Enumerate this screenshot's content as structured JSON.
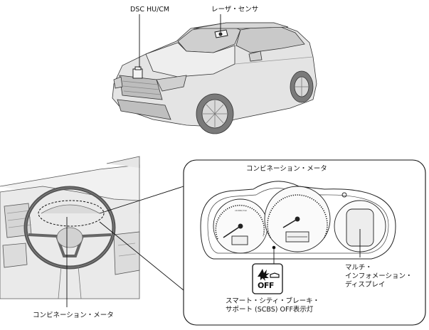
{
  "labels": {
    "dsc_hu_cm": "DSC HU/CM",
    "laser_sensor": "レーザ・センサ",
    "combination_meter_panel": "コンビネーション・メータ",
    "combination_meter_bottom": "コンビネーション・メータ",
    "multi_info_display": "マルチ・\nインフォメーション・\nディスプレイ",
    "scbs_off_indicator": "スマート・シティ・ブレーキ・\nサポート (SCBS) OFF表示灯"
  },
  "indicator_icon": {
    "name": "scbs-off-icon",
    "text": "OFF"
  },
  "colors": {
    "line": "#222222",
    "car_fill": "#e3e3e3",
    "car_shade": "#b8b8b8",
    "interior_fill": "#ececec"
  }
}
